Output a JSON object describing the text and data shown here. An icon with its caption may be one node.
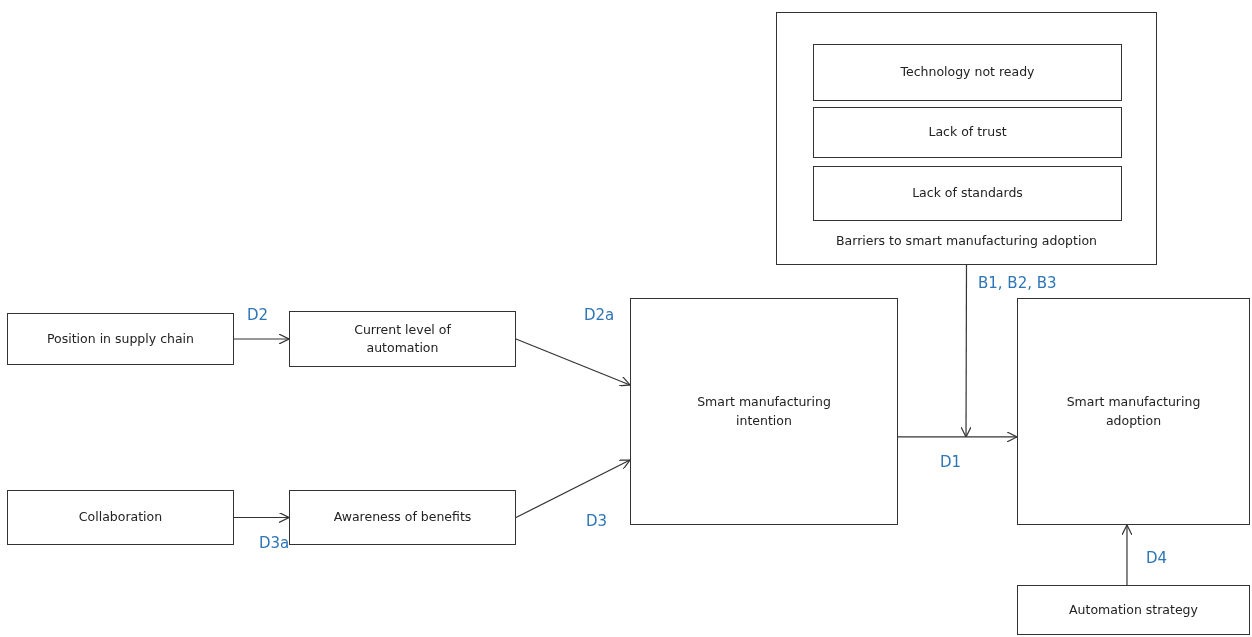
{
  "diagram": {
    "nodes": [
      {
        "text": [
          "Barriers to smart manufacturing adoption"
        ]
      },
      {
        "text": [
          "Technology not ready"
        ],
        "in": 0
      },
      {
        "text": [
          "Lack of trust"
        ],
        "in": 0
      },
      {
        "text": [
          "Lack of standards"
        ],
        "in": 0
      },
      {
        "text": [
          "Position in supply chain"
        ]
      },
      {
        "text": [
          "Current level of automation"
        ]
      },
      {
        "text": [
          "Collaboration"
        ]
      },
      {
        "text": [
          "Awareness of benefits"
        ]
      },
      {
        "text": [
          "Smart manufacturing intention"
        ]
      },
      {
        "text": [
          "Smart manufacturing adoption"
        ]
      },
      {
        "text": [
          "Automation strategy"
        ]
      }
    ],
    "edges": [
      {
        "from": 4,
        "to": 5,
        "arrow": "to",
        "label": "D2"
      },
      {
        "from": 5,
        "to": 8,
        "arrow": "to",
        "label": "D2a"
      },
      {
        "from": 6,
        "to": 7,
        "arrow": "to",
        "label": "D3a"
      },
      {
        "from": 7,
        "to": 8,
        "arrow": "to",
        "label": "D3"
      },
      {
        "from": 8,
        "to": 9,
        "arrow": "to",
        "label": "D1"
      },
      {
        "from": 0,
        "to": null,
        "arrow": "to",
        "label": "B1, B2, B3"
      },
      {
        "from": 10,
        "to": 9,
        "arrow": "to",
        "label": "D4"
      }
    ]
  }
}
